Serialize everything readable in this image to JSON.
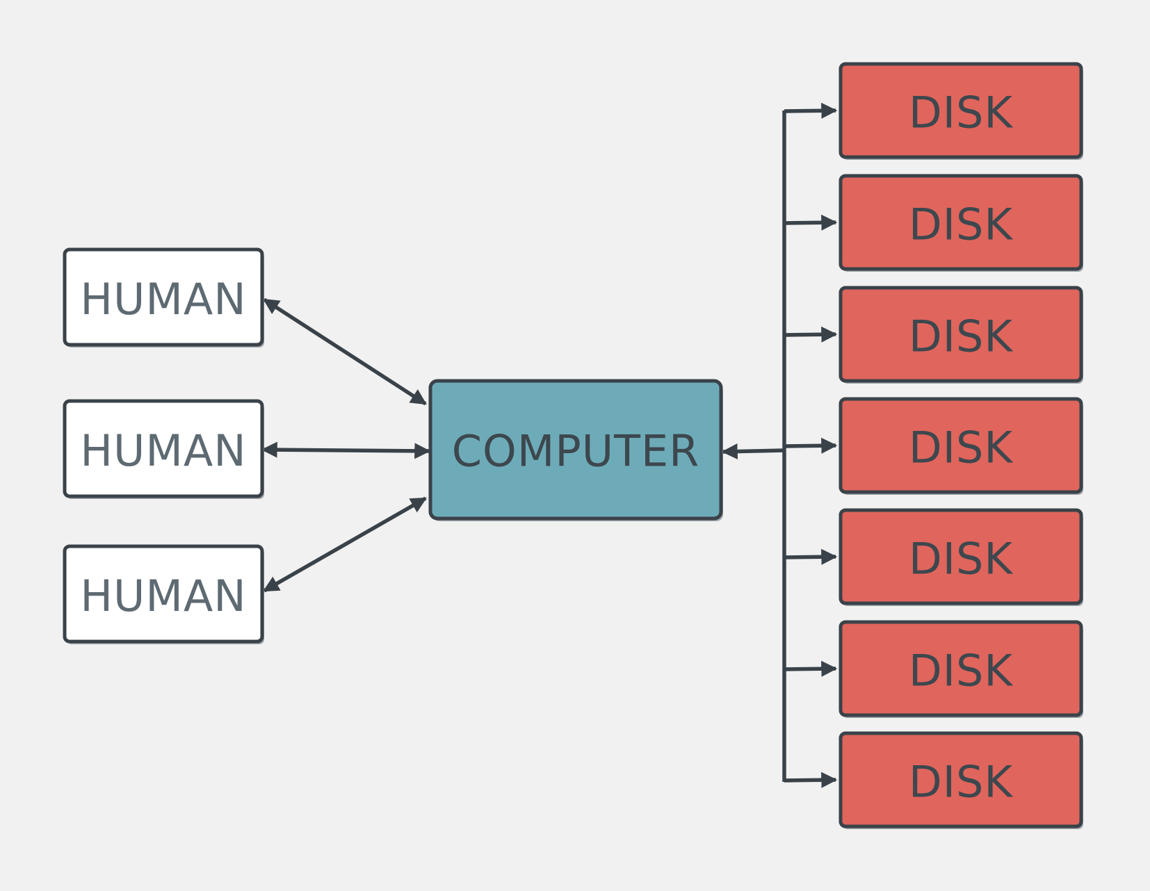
{
  "colors": {
    "background": "#f1f1f1",
    "human_fill": "#ffffff",
    "human_text": "#5e6a72",
    "computer_fill": "#6eabb8",
    "computer_text": "#3d474e",
    "disk_fill": "#e0655c",
    "disk_text": "#3d474e",
    "stroke": "#3a4249",
    "shadow": "#a0a6ab"
  },
  "humans": [
    {
      "label": "HUMAN"
    },
    {
      "label": "HUMAN"
    },
    {
      "label": "HUMAN"
    }
  ],
  "computer": {
    "label": "COMPUTER"
  },
  "disks": [
    {
      "label": "DISK"
    },
    {
      "label": "DISK"
    },
    {
      "label": "DISK"
    },
    {
      "label": "DISK"
    },
    {
      "label": "DISK"
    },
    {
      "label": "DISK"
    },
    {
      "label": "DISK"
    }
  ]
}
